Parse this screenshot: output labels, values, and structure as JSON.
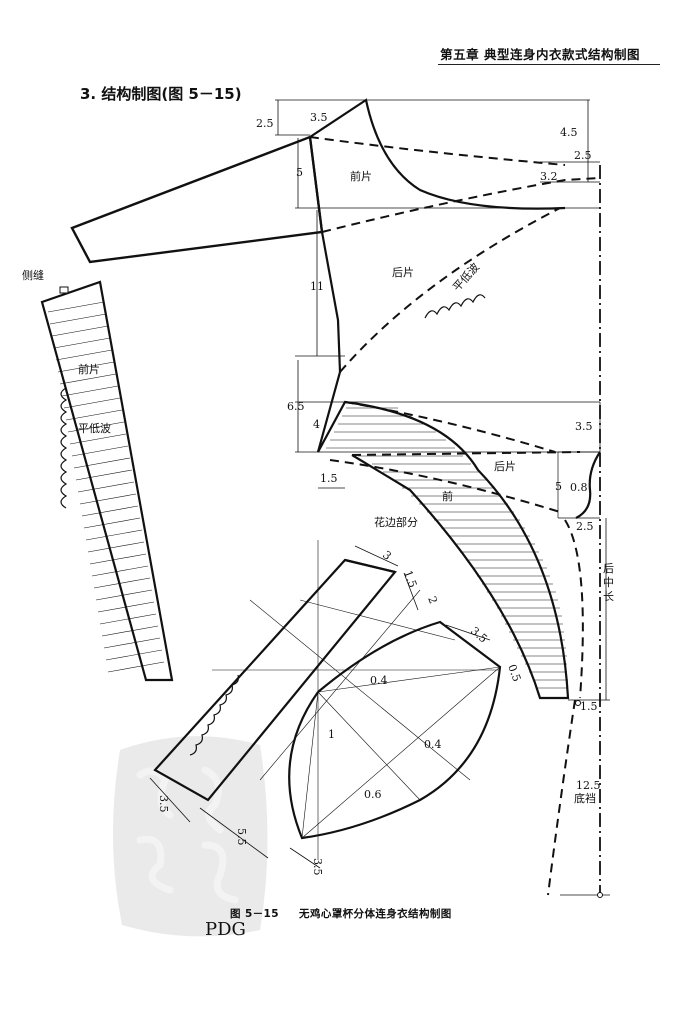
{
  "header": {
    "chapter": "第五章  典型连身内衣款式结构制图"
  },
  "section": {
    "title": "3. 结构制图(图 5－15)"
  },
  "caption": {
    "figure_no": "图 5－15",
    "title": "无鸡心罩杯分体连身衣结构制图"
  },
  "labels": {
    "front_piece": "前片",
    "back_piece": "后片",
    "side_seam": "侧缝",
    "flat_wave": "平低波",
    "lace_part": "花边部分",
    "front": "前",
    "center_back_length": "后中长",
    "crotch": "底裆"
  },
  "dims": {
    "d2_5_top": "2.5",
    "d3_5_top": "3.5",
    "d4_5": "4.5",
    "d2_5_right": "2.5",
    "d3_2": "3.2",
    "d5_left": "5",
    "d11": "11",
    "d6_5": "6.5",
    "d4": "4",
    "d1_5_left": "1.5",
    "d3_5_right": "3.5",
    "d5_right": "5",
    "d0_8": "0.8",
    "d2_5_lower": "2.5",
    "d1_5_bottom": "1.5",
    "d12_5": "12.5",
    "cup_3_top": "3",
    "cup_1_5": "1.5",
    "cup_2": "2",
    "cup_3_5_right": "3.5",
    "cup_0_5": "0.5",
    "cup_0_4_upper": "0.4",
    "cup_0_4_lower": "0.4",
    "cup_1": "1",
    "cup_0_6": "0.6",
    "cup_3_5_a": "3.5",
    "cup_5_5": "5.5",
    "cup_3_5_b": "3.5"
  },
  "watermark": {
    "text": "PDG"
  }
}
